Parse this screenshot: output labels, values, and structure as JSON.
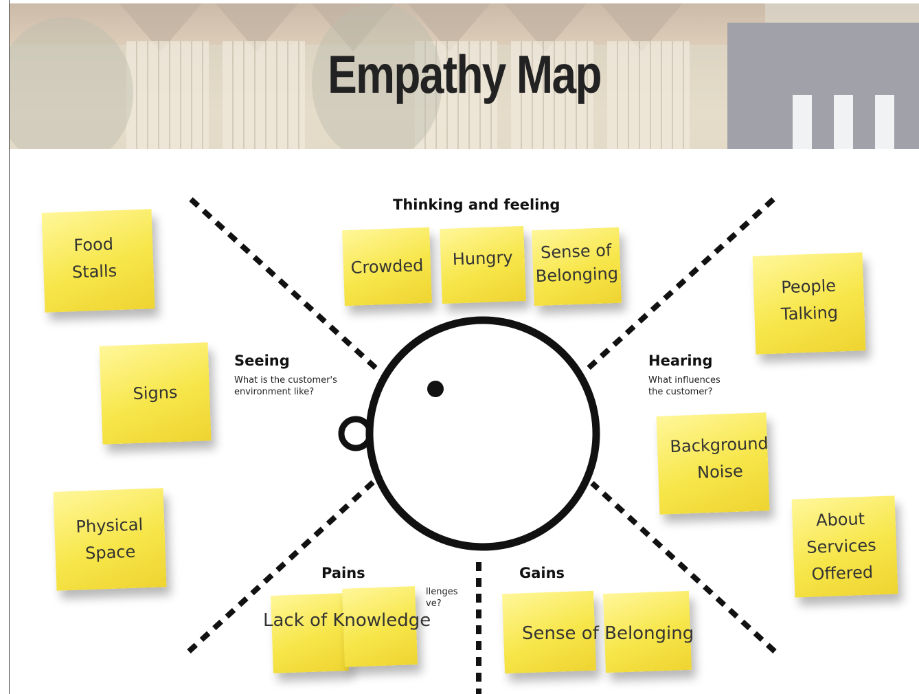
{
  "title": "Empathy Map",
  "sections": {
    "thinking": {
      "heading": "Thinking and feeling"
    },
    "seeing": {
      "heading": "Seeing",
      "subtitle_line1": "What is the customer's",
      "subtitle_line2": "environment like?"
    },
    "hearing": {
      "heading": "Hearing",
      "subtitle_line1": "What influences",
      "subtitle_line2": "the customer?"
    },
    "pains": {
      "heading": "Pains",
      "subtitle_line1": "llenges",
      "subtitle_line2": "ve?"
    },
    "gains": {
      "heading": "Gains"
    }
  },
  "notes": {
    "food_stalls": {
      "line1": "Food",
      "line2": "Stalls"
    },
    "signs": {
      "line1": "Signs"
    },
    "physical_space": {
      "line1": "Physical",
      "line2": "Space"
    },
    "crowded": {
      "line1": "Crowded"
    },
    "hungry": {
      "line1": "Hungry"
    },
    "sense_of_belonging_top": {
      "line1": "Sense of",
      "line2": "Belonging"
    },
    "people_talking": {
      "line1": "People",
      "line2": "Talking"
    },
    "background_noise": {
      "line1": "Background",
      "line2": "Noise"
    },
    "about_services": {
      "line1": "About",
      "line2": "Services",
      "line3": "Offered"
    },
    "lack_of_knowledge": {
      "text": "Lack of Knowledge"
    },
    "sense_of_belonging_bottom": {
      "text": "Sense of Belonging"
    }
  },
  "colors": {
    "sticky": "#f4e04a",
    "ink": "#111111"
  }
}
